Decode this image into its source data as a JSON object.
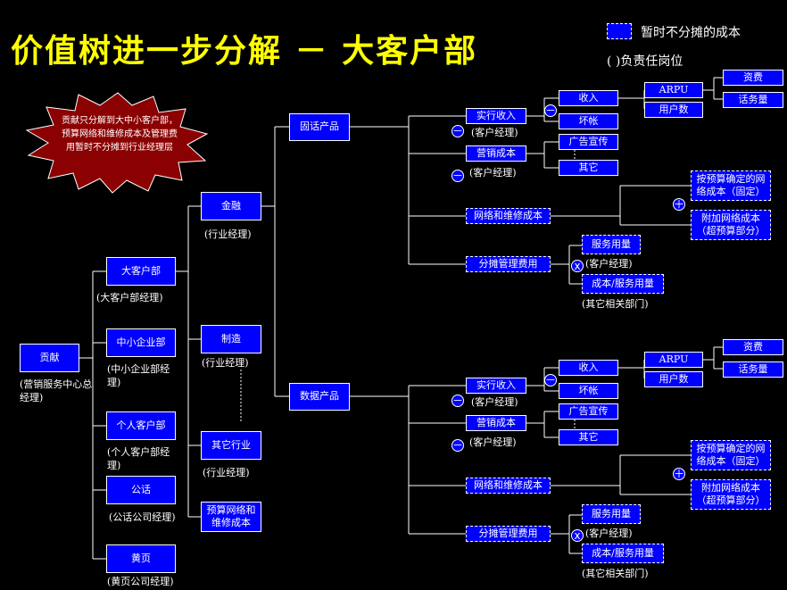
{
  "title": "价值树进一步分解 － 大客户部",
  "legend": {
    "dashed_label": "暂时不分摊的成本",
    "paren_label": "(     )负责任岗位"
  },
  "callout": "贡献只分解到大中小客户部，预算网络和维修成本及管理费用暂时不分摊到行业经理层",
  "colors": {
    "node_fill": "#0000ff",
    "title": "#ffff00",
    "background": "#000000",
    "burst": "#8b0000"
  },
  "root": {
    "label": "贡献",
    "owner": "(营销服务中心总经理)"
  },
  "departments": [
    {
      "label": "大客户部",
      "owner": "(大客户部经理)"
    },
    {
      "label": "中小企业部",
      "owner": "(中小企业部经理)"
    },
    {
      "label": "个人客户部",
      "owner": "(个人客户部经理)"
    },
    {
      "label": "公话",
      "owner": "(公话公司经理)"
    },
    {
      "label": "黄页",
      "owner": "(黄页公司经理)"
    }
  ],
  "industries": [
    {
      "label": "金融",
      "owner": "(行业经理)"
    },
    {
      "label": "制造",
      "owner": "(行业经理)"
    },
    {
      "label": "其它行业",
      "owner": "(行业经理)"
    },
    {
      "label": "预算网络和维修成本"
    }
  ],
  "products": [
    {
      "label": "固话产品",
      "revenue": "实行收入",
      "revenue_owner": "(客户经理)",
      "income": "收入",
      "badDebt": "坏帐",
      "arpu": "ARPU",
      "users": "用户数",
      "tariff": "资费",
      "traffic": "话务量",
      "marketing": "营销成本",
      "marketing_owner": "(客户经理)",
      "ads": "广告宣传",
      "other": "其它",
      "network": "网络和维修成本",
      "budgetFixed": "按预算确定的网络成本（固定）",
      "extraNetwork": "附加网络成本（超预算部分）",
      "mgmt": "分摊管理费用",
      "serviceUsage": "服务用量",
      "serviceOwner": "(客户经理)",
      "unitCost": "成本/服务用量",
      "unitCostOwner": "(其它相关部门)"
    },
    {
      "label": "数据产品",
      "revenue": "实行收入",
      "revenue_owner": "(客户经理)",
      "income": "收入",
      "badDebt": "坏帐",
      "arpu": "ARPU",
      "users": "用户数",
      "tariff": "资费",
      "traffic": "话务量",
      "marketing": "营销成本",
      "marketing_owner": "(客户经理)",
      "ads": "广告宣传",
      "other": "其它",
      "network": "网络和维修成本",
      "budgetFixed": "按预算确定的网络成本（固定）",
      "extraNetwork": "附加网络成本（超预算部分）",
      "mgmt": "分摊管理费用",
      "serviceUsage": "服务用量",
      "serviceOwner": "(客户经理)",
      "unitCost": "成本/服务用量",
      "unitCostOwner": "(其它相关部门)"
    }
  ],
  "signs": {
    "minus": "－",
    "plus": "＋",
    "times": "x"
  }
}
